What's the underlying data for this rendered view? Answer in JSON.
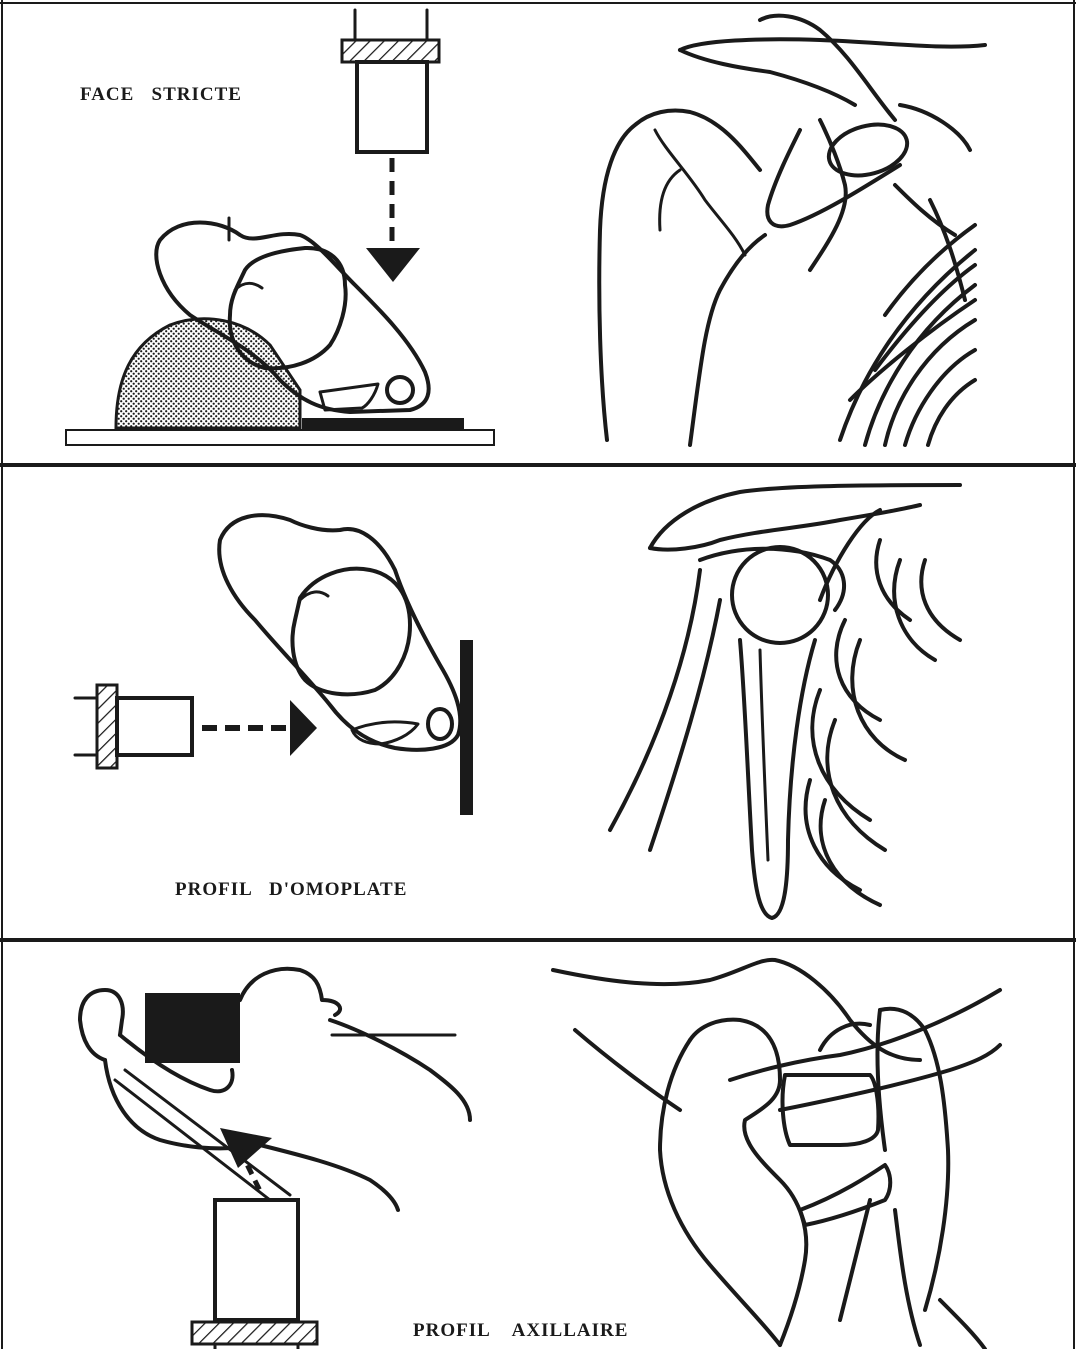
{
  "panels": [
    {
      "label": "FACE   STRICTE"
    },
    {
      "label": "PROFIL   D'OMOPLATE"
    },
    {
      "label": "PROFIL    AXILLAIRE"
    }
  ],
  "colors": {
    "ink": "#1a1a1a",
    "background": "#ffffff"
  }
}
